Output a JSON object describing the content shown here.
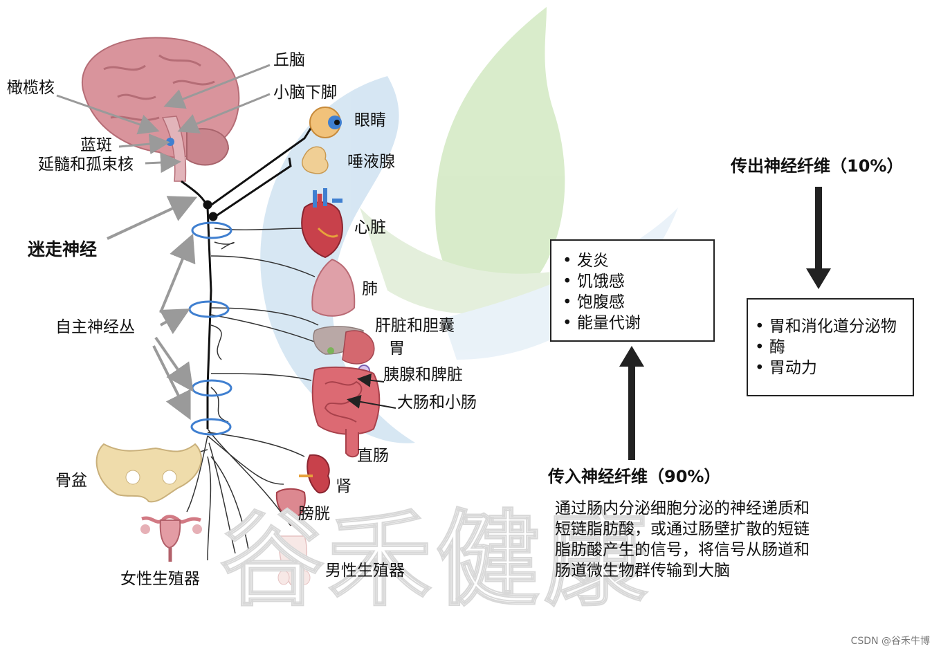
{
  "labels": {
    "olive": "橄榄核",
    "thalamus": "丘脑",
    "cerebellar_peduncle": "小脑下脚",
    "locus_coeruleus": "蓝斑",
    "medulla_nts": "延髓和孤束核",
    "vagus": "迷走神经",
    "plexus": "自主神经丛",
    "pelvis": "骨盆",
    "female_repro": "女性生殖器",
    "eye": "眼睛",
    "salivary": "唾液腺",
    "heart": "心脏",
    "lung": "肺",
    "liver": "肝脏和胆囊",
    "stomach": "胃",
    "pancreas": "胰腺和脾脏",
    "intestines": "大肠和小肠",
    "rectum": "直肠",
    "kidney": "肾",
    "bladder": "膀胱",
    "male_repro": "男性生殖器"
  },
  "efferent": {
    "title": "传出神经纤维（10%）",
    "items": [
      "胃和消化道分泌物",
      "酶",
      "胃动力"
    ]
  },
  "afferent": {
    "title": "传入神经纤维（90%）",
    "items": [
      "发炎",
      "饥饿感",
      "饱腹感",
      "能量代谢"
    ],
    "description_lines": [
      "通过肠内分泌细胞分泌的神经递质和",
      "短链脂肪酸，或通过肠壁扩散的短链",
      "脂肪酸产生的信号，将信号从肠道和",
      "肠道微生物群传输到大脑"
    ]
  },
  "watermark": "谷禾健康",
  "credit": "CSDN @谷禾牛博",
  "colors": {
    "brain": "#d9949c",
    "nerve": "#111111",
    "plexus_ring": "#3f7fd0",
    "arrow_gray": "#9a9a9a",
    "organ_red": "#c8414b",
    "bone": "#efdcab",
    "logo_green": "#b9dca0",
    "logo_blue": "#b6d3ea"
  }
}
